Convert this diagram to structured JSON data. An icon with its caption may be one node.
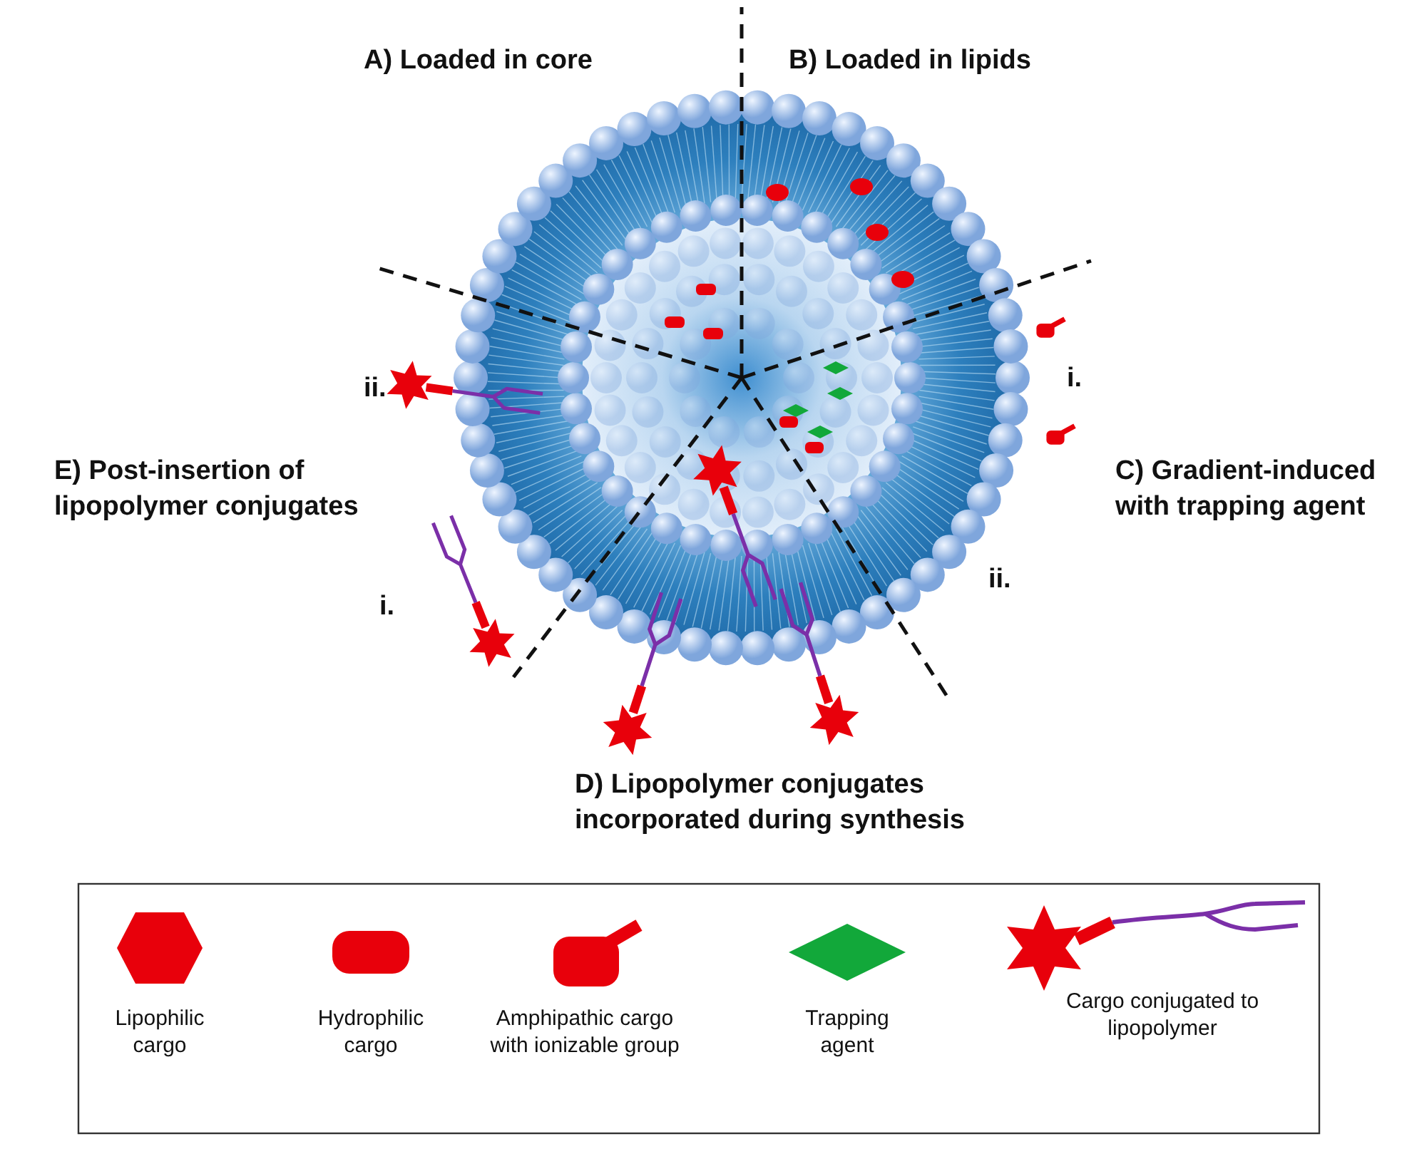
{
  "diagram": {
    "labels": [
      "A) Loaded in core",
      "B) Loaded in lipids",
      "i.",
      "ii.",
      "E) Post-insertion of lipopolymer conjugates",
      "C) Gradient-induced with trapping agent",
      "ii.",
      "i.",
      "D) Lipopolymer conjugates incorporated during synthesis"
    ],
    "legend": [
      {
        "text": "Lipophilic cargo"
      },
      {
        "text": "Hydrophilic cargo"
      },
      {
        "text": "Amphipathic cargo with ionizable group"
      },
      {
        "text": "Trapping agent"
      },
      {
        "text": "Cargo conjugated to lipopolymer"
      }
    ]
  }
}
